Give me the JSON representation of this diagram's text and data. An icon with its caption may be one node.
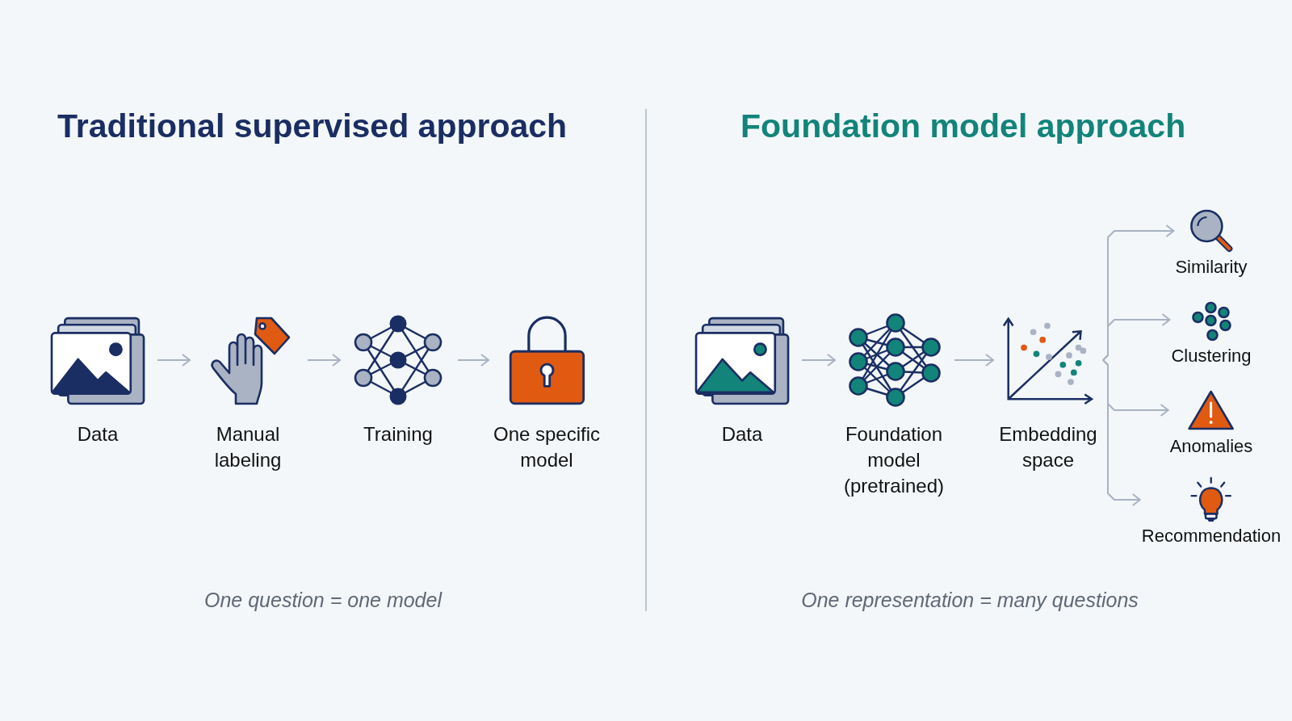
{
  "diagram": {
    "nodes": [
      {
        "text": [
          "Data"
        ]
      },
      {
        "text": [
          "Manual labeling"
        ]
      },
      {
        "text": [
          "Training"
        ]
      },
      {
        "text": [
          "One specific model"
        ]
      },
      {
        "text": [
          "Data"
        ]
      },
      {
        "text": [
          "Foundation model (pretrained)"
        ]
      },
      {
        "text": [
          "Embedding space"
        ]
      },
      {
        "text": [
          "Similarity"
        ]
      },
      {
        "text": [
          "Clustering"
        ]
      },
      {
        "text": [
          "Anomalies"
        ]
      },
      {
        "text": [
          "Recommendation"
        ]
      }
    ],
    "edges": [
      {
        "from": 0,
        "to": 1,
        "arrow": "to"
      },
      {
        "from": 1,
        "to": 2,
        "arrow": "to"
      },
      {
        "from": 2,
        "to": 3,
        "arrow": "to"
      },
      {
        "from": 4,
        "to": 5,
        "arrow": "to"
      },
      {
        "from": 5,
        "to": 6,
        "arrow": "to"
      },
      {
        "from": 6,
        "to": 7,
        "arrow": "to"
      },
      {
        "from": 6,
        "to": 8,
        "arrow": "to"
      },
      {
        "from": 6,
        "to": 9,
        "arrow": "to"
      },
      {
        "from": 6,
        "to": 10,
        "arrow": "to"
      }
    ],
    "labels": [
      "Traditional supervised approach",
      "Foundation model approach",
      "One question = one model",
      "One representation = many questions"
    ]
  }
}
